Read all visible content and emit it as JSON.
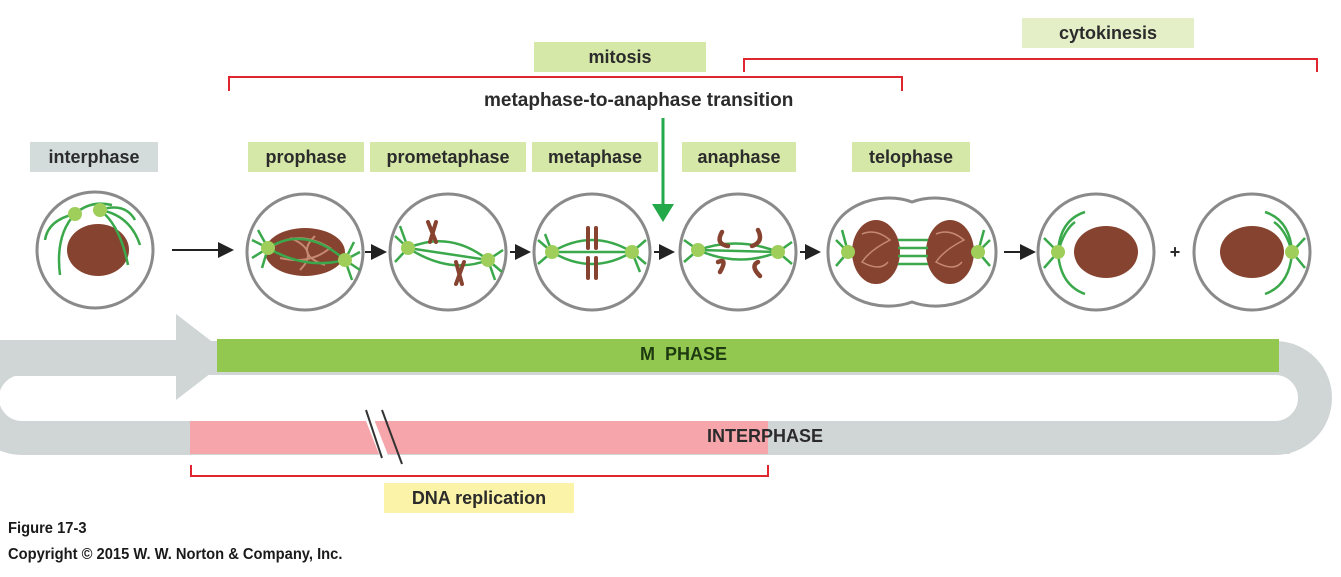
{
  "labels": {
    "mitosis": "mitosis",
    "cytokinesis": "cytokinesis",
    "transition": "metaphase-to-anaphase transition",
    "interphase_stage": "interphase",
    "prophase": "prophase",
    "prometaphase": "prometaphase",
    "metaphase": "metaphase",
    "anaphase": "anaphase",
    "telophase": "telophase",
    "plus": "+",
    "m_phase": "M  PHASE",
    "interphase_bar": "INTERPHASE",
    "dna_replication": "DNA replication"
  },
  "caption": {
    "figure": "Figure 17-3",
    "copyright": "Copyright © 2015 W. W. Norton & Company, Inc."
  },
  "colors": {
    "cycle_grey": "#d0d6d5",
    "m_phase_green": "#92c84f",
    "dna_pink": "#f6a6ab",
    "bracket_red": "#e0252f",
    "spindle_green": "#3aa84b",
    "centrosome_green": "#9fcf5a",
    "chromatin_brown": "#864330"
  }
}
